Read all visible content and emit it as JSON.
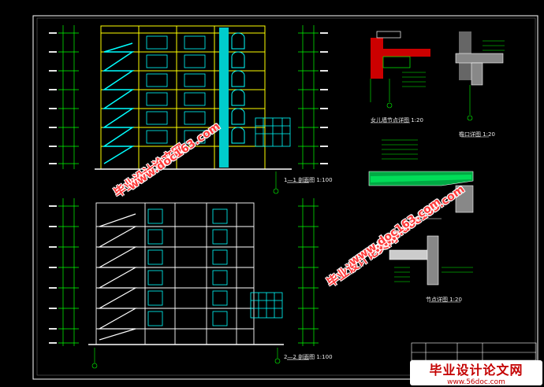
{
  "drawing": {
    "watermark_cn": "毕业设计论文网",
    "watermark_url": "www.doc163.com",
    "section_captions": [
      "1—1 剖面图 1:100",
      "2—2 剖面图 1:100"
    ],
    "detail_captions": [
      "女儿墙节点详图 1:20",
      "檐口详图 1:20",
      "节点详图 1:20"
    ],
    "footer_logo_text": "毕业设计论文网",
    "footer_logo_url": "www.56doc.com",
    "colors": {
      "background": "#000000",
      "frame": "#ffffff",
      "structure": "#ffff00",
      "facade": "#00ffff",
      "dimension": "#00ff00",
      "detail_red": "#ff0000",
      "watermark": "#ff3b3b"
    }
  }
}
